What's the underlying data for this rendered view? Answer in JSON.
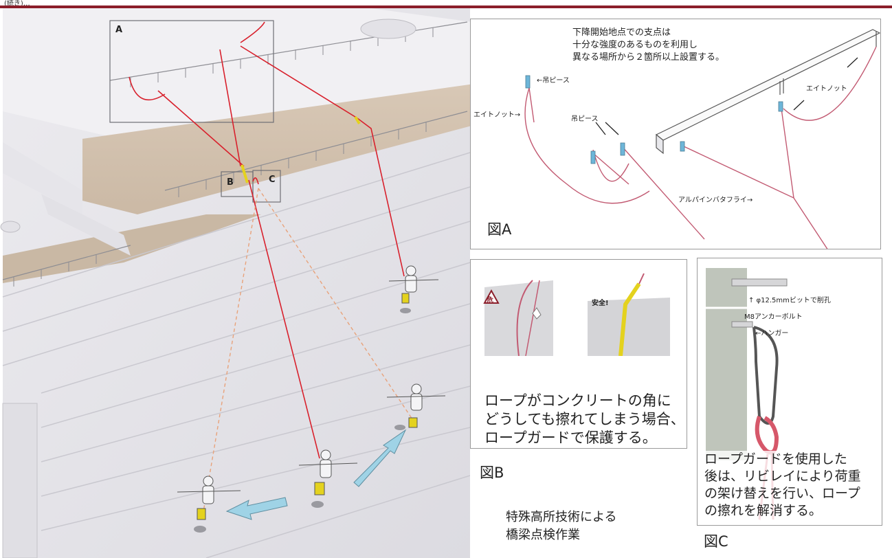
{
  "header": {
    "clipped_text": "(続き)…"
  },
  "scene": {
    "box_labels": [
      "A",
      "B",
      "C"
    ],
    "caption_line1": "特殊高所技術による",
    "caption_line2": "橋梁点検作業"
  },
  "panel_a": {
    "title_line1": "下降開始地点での支点は",
    "title_line2": "十分な強度のあるものを利用し",
    "title_line3": "異なる場所から２箇所以上設置する。",
    "label_hanging_piece_1": "←吊ピース",
    "label_eight_knot_left": "エイトノット→",
    "label_hanging_piece_2": "吊ピース",
    "label_eight_knot_right": "エイトノット",
    "label_alpine_butterfly": "アルパインバタフライ→",
    "figure_label": "図A"
  },
  "panel_b": {
    "danger_sign": "危",
    "safe_label": "安全!",
    "text_line1": "ロープがコンクリートの角に",
    "text_line2": "どうしても擦れてしまう場合、",
    "text_line3": "ロープガードで保護する。",
    "figure_label": "図B"
  },
  "panel_c": {
    "label_drill": "↑ φ12.5mmビットで削孔",
    "label_anchor": "M8アンカーボルト",
    "label_hanger": "←ハンガー",
    "text_line1": "ロープガードを使用した",
    "text_line2": "後は、リビレイにより荷重",
    "text_line3": "の架け替えを行い、ロープ",
    "text_line4": "の擦れを解消する。",
    "figure_label": "図C"
  },
  "colors": {
    "rope": "#d8202c",
    "guard": "#e4d21e",
    "arrow": "#9fd3e6",
    "frame": "#8b1e2a"
  }
}
